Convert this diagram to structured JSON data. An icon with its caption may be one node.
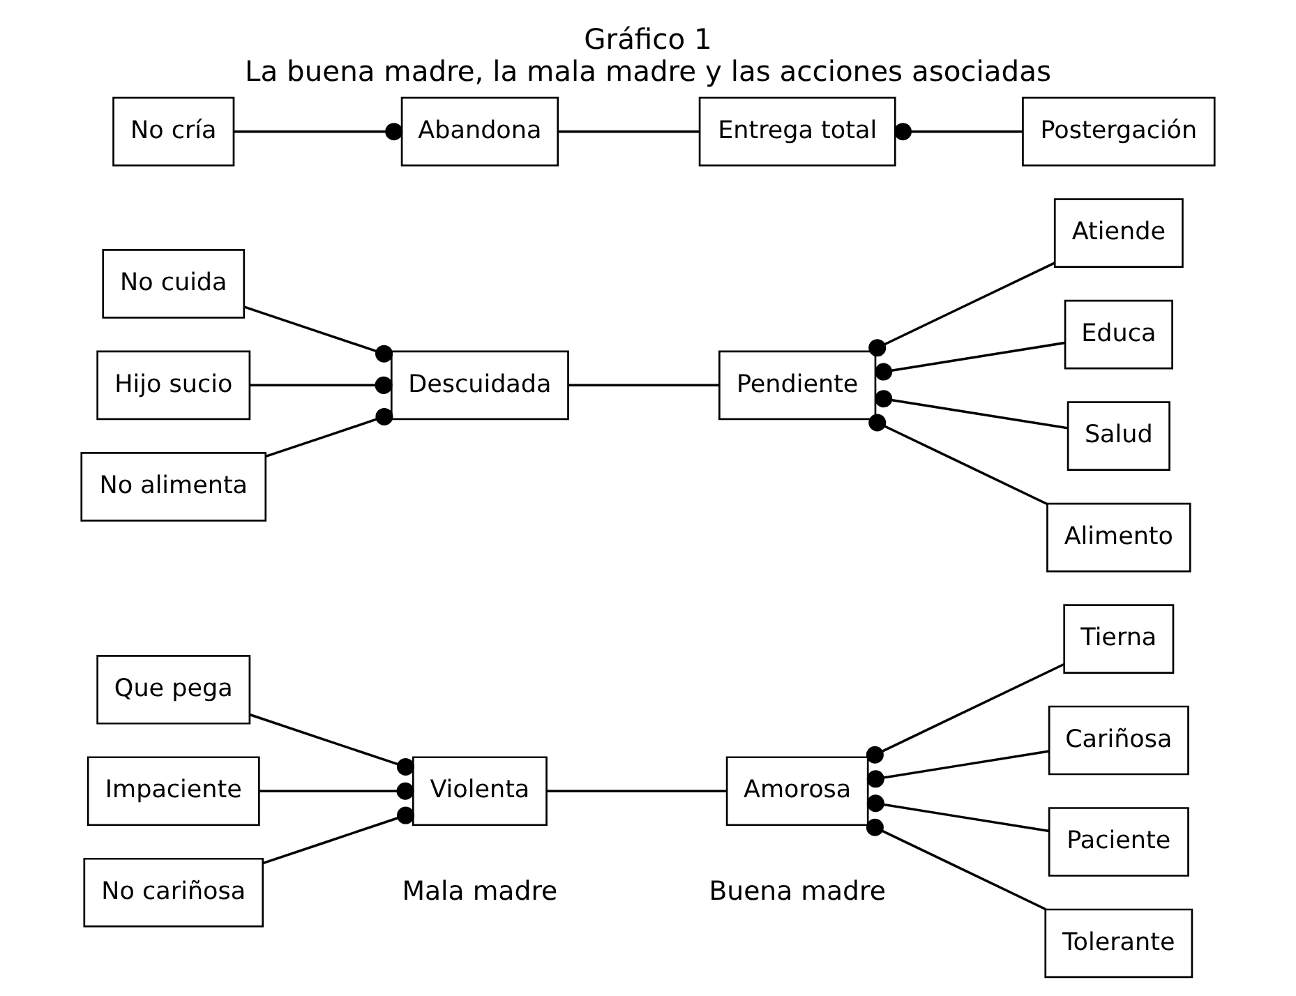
{
  "diagram": {
    "title": "Gráfico 1",
    "caption": "La buena madre, la mala madre y las acciones asociadas",
    "nodes": [
      {
        "text": [
          "Que pega"
        ]
      },
      {
        "text": [
          "Impaciente"
        ]
      },
      {
        "text": [
          "No cariñosa"
        ]
      },
      {
        "text": [
          "Violenta"
        ]
      },
      {
        "text": [
          "Amorosa"
        ]
      },
      {
        "text": [
          "Tierna"
        ]
      },
      {
        "text": [
          "Cariñosa"
        ]
      },
      {
        "text": [
          "Paciente"
        ]
      },
      {
        "text": [
          "Tolerante"
        ]
      },
      {
        "text": [
          "No cuida"
        ]
      },
      {
        "text": [
          "Hijo sucio"
        ]
      },
      {
        "text": [
          "No alimenta"
        ]
      },
      {
        "text": [
          "Descuidada"
        ]
      },
      {
        "text": [
          "Pendiente"
        ]
      },
      {
        "text": [
          "Atiende"
        ]
      },
      {
        "text": [
          "Educa"
        ]
      },
      {
        "text": [
          "Salud"
        ]
      },
      {
        "text": [
          "Alimento"
        ]
      },
      {
        "text": [
          "No cría"
        ]
      },
      {
        "text": [
          "Abandona"
        ]
      },
      {
        "text": [
          "Entrega total"
        ]
      },
      {
        "text": [
          "Postergación"
        ]
      }
    ],
    "edges": [
      {
        "from": 3,
        "to": 0,
        "arrow": "other"
      },
      {
        "from": 3,
        "to": 1,
        "arrow": "other"
      },
      {
        "from": 3,
        "to": 2,
        "arrow": "other"
      },
      {
        "from": 3,
        "to": 4,
        "arrow": "none"
      },
      {
        "from": 4,
        "to": 5,
        "arrow": "other"
      },
      {
        "from": 4,
        "to": 6,
        "arrow": "other"
      },
      {
        "from": 4,
        "to": 7,
        "arrow": "other"
      },
      {
        "from": 4,
        "to": 8,
        "arrow": "other"
      },
      {
        "from": 12,
        "to": 9,
        "arrow": "other"
      },
      {
        "from": 12,
        "to": 10,
        "arrow": "other"
      },
      {
        "from": 12,
        "to": 11,
        "arrow": "other"
      },
      {
        "from": 12,
        "to": 13,
        "arrow": "none"
      },
      {
        "from": 13,
        "to": 14,
        "arrow": "other"
      },
      {
        "from": 13,
        "to": 15,
        "arrow": "other"
      },
      {
        "from": 13,
        "to": 16,
        "arrow": "other"
      },
      {
        "from": 13,
        "to": 17,
        "arrow": "other"
      },
      {
        "from": 19,
        "to": 18,
        "arrow": "other"
      },
      {
        "from": 19,
        "to": 20,
        "arrow": "none"
      },
      {
        "from": 20,
        "to": 21,
        "arrow": "other"
      }
    ],
    "labels": [
      "Mala madre",
      "Buena madre"
    ]
  }
}
